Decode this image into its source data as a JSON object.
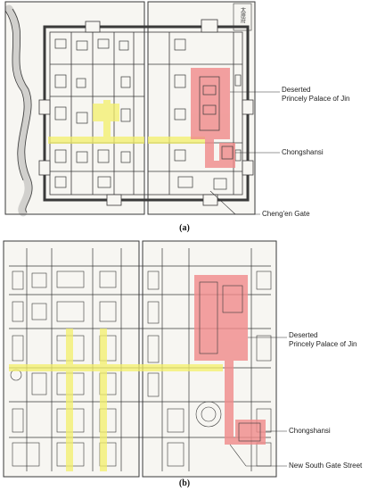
{
  "panel_a": {
    "caption": "(a)",
    "map_title_seal": "太原府",
    "labels": {
      "palace": [
        "Deserted",
        "Princely Palace of Jin"
      ],
      "temple": "Chongshansi",
      "gate": "Cheng'en Gate"
    }
  },
  "panel_b": {
    "caption": "(b)",
    "labels": {
      "palace": [
        "Deserted",
        "Princely Palace of Jin"
      ],
      "temple": "Chongshansi",
      "street": "New South Gate Street"
    }
  },
  "colors": {
    "highlight_red": "#f08a8a",
    "highlight_yellow": "#f4f06a",
    "ink": "#3a3a3a",
    "paper": "#f7f6f2"
  }
}
